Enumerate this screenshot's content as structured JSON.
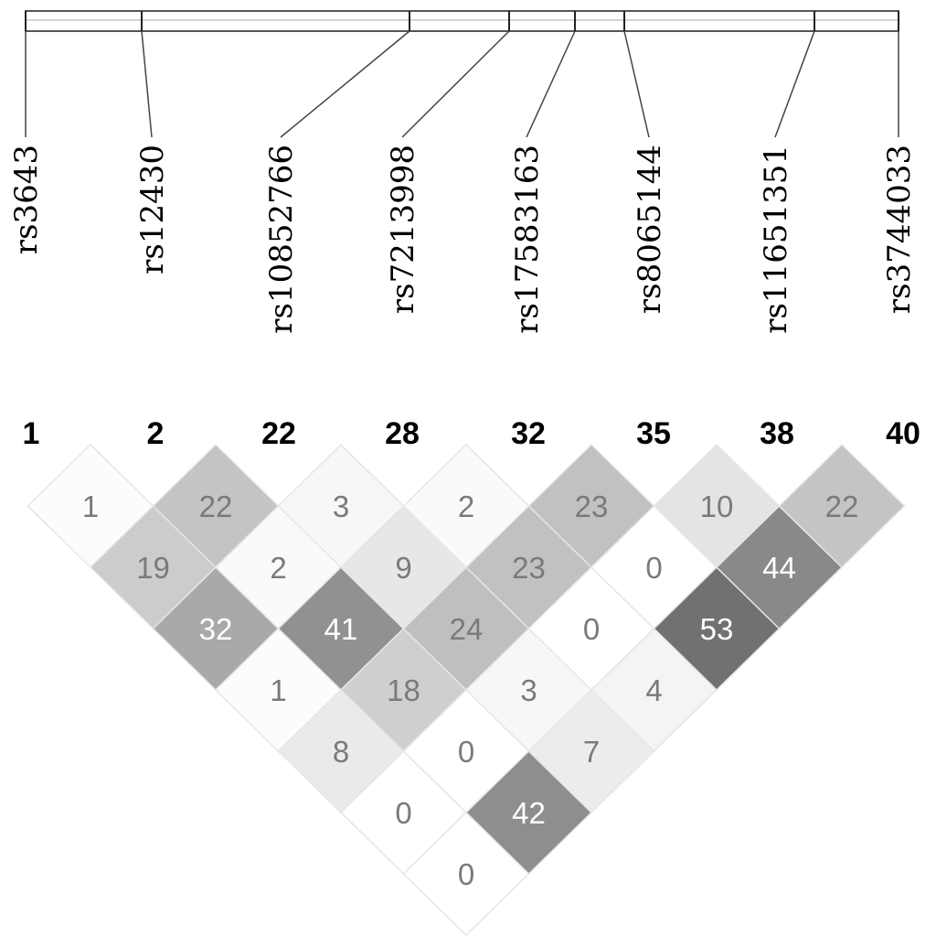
{
  "chart_data": {
    "type": "heatmap",
    "snps": [
      "rs3643",
      "rs12430",
      "rs10852766",
      "rs7213998",
      "rs17583163",
      "rs8065144",
      "rs11651351",
      "rs3744033"
    ],
    "positions": [
      "1",
      "2",
      "22",
      "28",
      "32",
      "35",
      "38",
      "40"
    ],
    "ld_values": [
      [
        "1",
        "19",
        "32",
        "1",
        "8",
        "0",
        "0"
      ],
      [
        "22",
        "2",
        "41",
        "18",
        "0",
        "42"
      ],
      [
        "3",
        "9",
        "24",
        "3",
        "7"
      ],
      [
        "2",
        "23",
        "0",
        "4"
      ],
      [
        "23",
        "0",
        "53"
      ],
      [
        "10",
        "44"
      ],
      [
        "22"
      ]
    ],
    "colors": {
      "max_shade": "#5e5e5e",
      "min_shade": "#ffffff",
      "light_text": "#ffffff",
      "dark_text": "#7a7a7a",
      "cell_border": "#e6e6e6"
    }
  }
}
